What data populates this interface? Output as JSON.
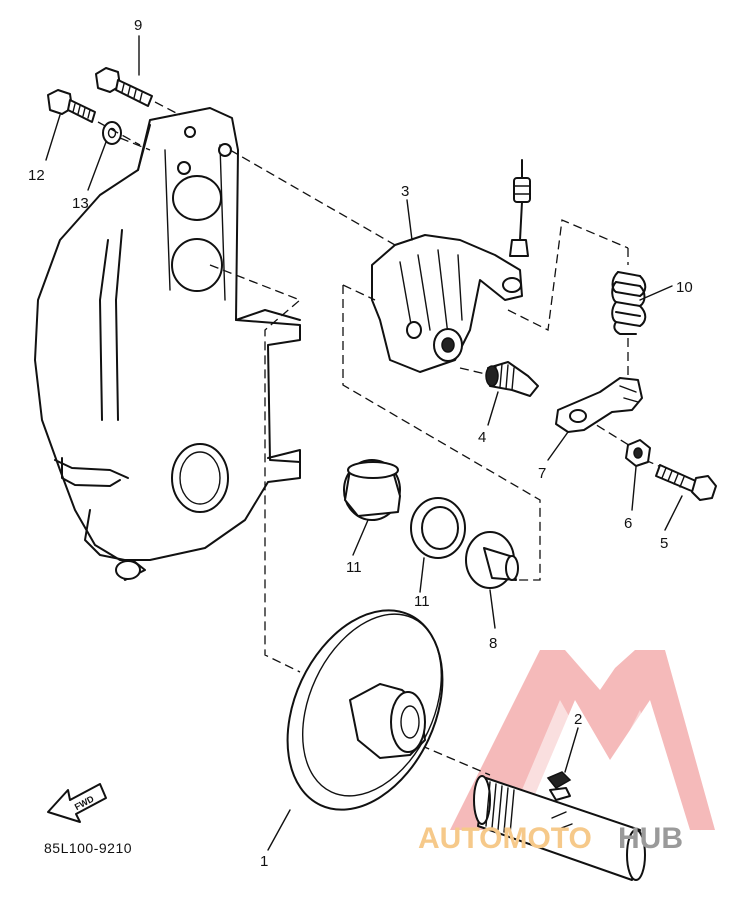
{
  "diagram": {
    "part_code": "85L100-9210",
    "fwd_label": "FWD",
    "callouts": [
      {
        "id": "c1",
        "label": "1"
      },
      {
        "id": "c2",
        "label": "2"
      },
      {
        "id": "c3",
        "label": "3"
      },
      {
        "id": "c4",
        "label": "4"
      },
      {
        "id": "c5",
        "label": "5"
      },
      {
        "id": "c6",
        "label": "6"
      },
      {
        "id": "c7",
        "label": "7"
      },
      {
        "id": "c8",
        "label": "8"
      },
      {
        "id": "c9",
        "label": "9"
      },
      {
        "id": "c10",
        "label": "10"
      },
      {
        "id": "c11a",
        "label": "11"
      },
      {
        "id": "c11b",
        "label": "11"
      },
      {
        "id": "c12",
        "label": "12"
      },
      {
        "id": "c13",
        "label": "13"
      }
    ]
  },
  "watermark": {
    "brand_left": "AUTOMOTO",
    "brand_right": "HUB",
    "logo_color": "#f2a3a3",
    "text_left_color": "#f6c98a",
    "text_right_color": "#9a9a9a"
  }
}
